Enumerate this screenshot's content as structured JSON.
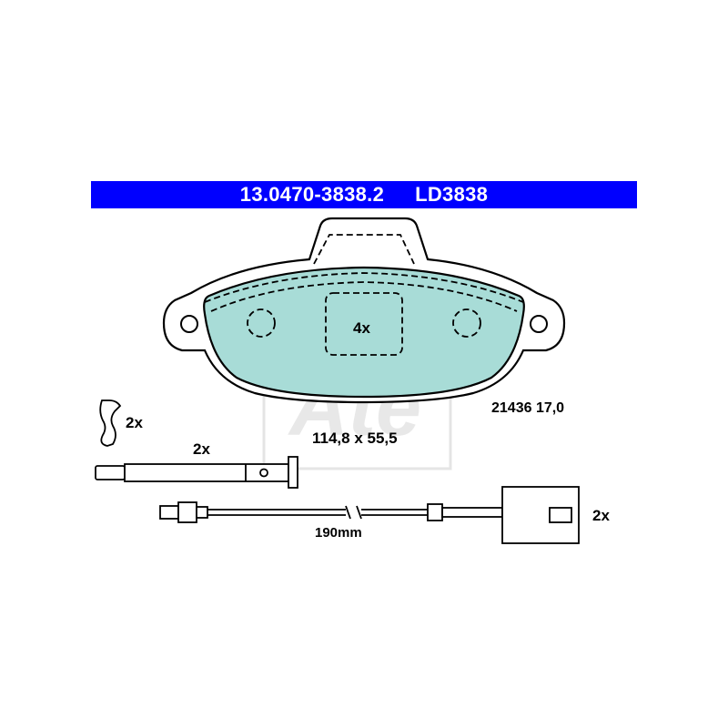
{
  "header": {
    "part_number": "13.0470-3838.2",
    "code": "LD3838",
    "bar_color": "#0000ff"
  },
  "pad": {
    "quantity": "4x",
    "dimensions": "114,8 x 55,5",
    "reference": "21436 17,0",
    "fill_color": "#a8dcd7"
  },
  "accessories": {
    "clip_qty": "2x",
    "pin_qty": "2x",
    "sensor_qty": "2x",
    "sensor_length": "190mm"
  },
  "watermark": {
    "logo": "Ate"
  }
}
